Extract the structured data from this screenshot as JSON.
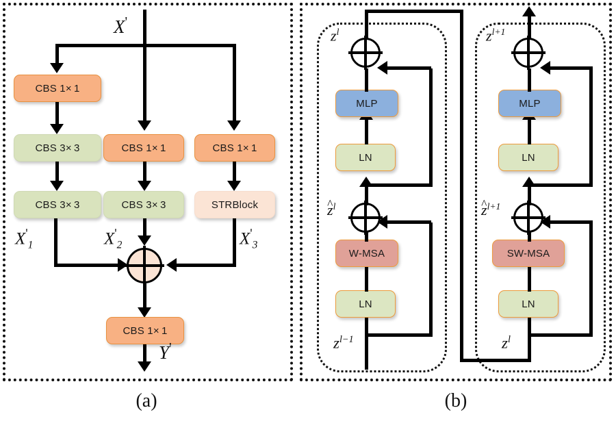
{
  "figure": {
    "panels": [
      {
        "id": "a",
        "caption": "(a)"
      },
      {
        "id": "b",
        "caption": "(b)"
      }
    ]
  },
  "panel_a": {
    "input_label": "X",
    "input_prime": "'",
    "output_label": "Y",
    "output_prime": "'",
    "branches": [
      {
        "name": "left-branch",
        "nodes": [
          {
            "label": "CBS 1× 1",
            "color": "#f8b183"
          },
          {
            "label": "CBS 3× 3",
            "color": "#d9e3bd"
          },
          {
            "label": "CBS 3× 3",
            "color": "#d9e3bd"
          }
        ],
        "out_label": "X",
        "out_sub": "1",
        "out_prime": "'"
      },
      {
        "name": "middle-branch",
        "nodes": [
          {
            "label": "CBS 1× 1",
            "color": "#f8b183"
          },
          {
            "label": "CBS 3× 3",
            "color": "#d9e3bd"
          }
        ],
        "out_label": "X",
        "out_sub": "2",
        "out_prime": "'"
      },
      {
        "name": "right-branch",
        "nodes": [
          {
            "label": "CBS 1× 1",
            "color": "#f8b183"
          },
          {
            "label": "STRBlock",
            "color": "#fbe4d5"
          }
        ],
        "out_label": "X",
        "out_sub": "3",
        "out_prime": "'"
      }
    ],
    "sum_symbol": "⊕",
    "final_node": {
      "label": "CBS 1× 1",
      "color": "#f8b183"
    }
  },
  "panel_b": {
    "blocks": [
      {
        "name": "w-msa-block",
        "input_label": "z",
        "input_sup": "l−1",
        "mid_label": "z",
        "mid_sup": "l",
        "mid_hat": "^",
        "out_label": "z",
        "out_sup": "l",
        "nodes": [
          {
            "label": "LN",
            "color": "#dce6c2"
          },
          {
            "label": "W-MSA",
            "color": "#e0a198"
          },
          {
            "label": "LN",
            "color": "#dce6c2"
          },
          {
            "label": "MLP",
            "color": "#8cb0dd"
          }
        ]
      },
      {
        "name": "sw-msa-block",
        "input_label": "z",
        "input_sup": "l",
        "mid_label": "z",
        "mid_sup": "l+1",
        "mid_hat": "^",
        "out_label": "z",
        "out_sup": "l+1",
        "nodes": [
          {
            "label": "LN",
            "color": "#dce6c2"
          },
          {
            "label": "SW-MSA",
            "color": "#e0a198"
          },
          {
            "label": "LN",
            "color": "#dce6c2"
          },
          {
            "label": "MLP",
            "color": "#8cb0dd"
          }
        ]
      }
    ],
    "sum_symbol": "⊕"
  },
  "colors": {
    "orange": "#f8b183",
    "green": "#d9e3bd",
    "green_outlined": "#dce6c2",
    "peach": "#fbe4d5",
    "blue": "#8cb0dd",
    "red": "#e0a198",
    "border_orange": "#ed9a3c",
    "line": "#000000"
  }
}
